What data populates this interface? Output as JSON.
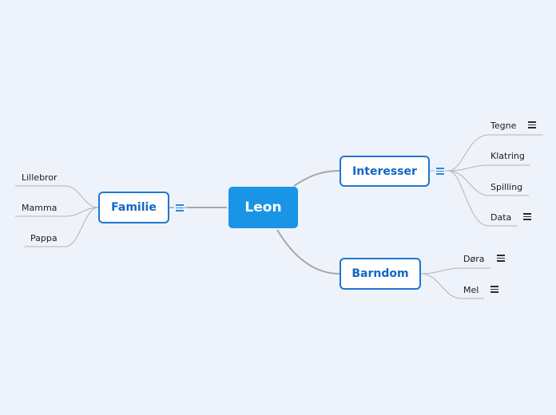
{
  "central": {
    "label": "Leon"
  },
  "branches": {
    "interesser": {
      "label": "Interesser",
      "has_note": true,
      "children": [
        {
          "label": "Tegne",
          "has_note": true
        },
        {
          "label": "Klatring",
          "has_note": false
        },
        {
          "label": "Spilling",
          "has_note": false
        },
        {
          "label": "Data",
          "has_note": true
        }
      ]
    },
    "barndom": {
      "label": "Barndom",
      "has_note": false,
      "children": [
        {
          "label": "Døra",
          "has_note": true
        },
        {
          "label": "Mel",
          "has_note": true
        }
      ]
    },
    "familie": {
      "label": "Familie",
      "has_note": true,
      "children": [
        {
          "label": "Lillebror",
          "has_note": false
        },
        {
          "label": "Mamma",
          "has_note": false
        },
        {
          "label": "Pappa",
          "has_note": false
        }
      ]
    }
  },
  "colors": {
    "background": "#eef3fb",
    "central_fill": "#1a94e6",
    "branch_border": "#1c77d2",
    "branch_text": "#1067c4",
    "connector": "#a9a9a9",
    "note_icon_topic": "#2b86d8",
    "note_icon_leaf": "#2a2a2a"
  },
  "icons": {
    "note": "notes-lines-icon"
  }
}
